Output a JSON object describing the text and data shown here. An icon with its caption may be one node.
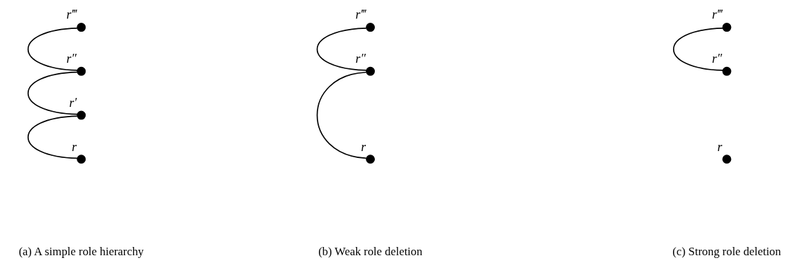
{
  "diagram": {
    "nodes": [
      {
        "text": [],
        "shape": "circle",
        "beside": [
          "r‴"
        ]
      },
      {
        "text": [],
        "shape": "circle",
        "beside": [
          "r″"
        ]
      },
      {
        "text": [],
        "shape": "circle",
        "beside": [
          "r′"
        ]
      },
      {
        "text": [],
        "shape": "circle",
        "beside": [
          "r"
        ]
      },
      {
        "text": [],
        "shape": "circle",
        "beside": [
          "r‴"
        ]
      },
      {
        "text": [],
        "shape": "circle",
        "beside": [
          "r″"
        ]
      },
      {
        "text": [],
        "shape": "circle",
        "beside": [
          "r"
        ]
      },
      {
        "text": [],
        "shape": "circle",
        "beside": [
          "r‴"
        ]
      },
      {
        "text": [],
        "shape": "circle",
        "beside": [
          "r″"
        ]
      },
      {
        "text": [],
        "shape": "circle",
        "beside": [
          "r"
        ]
      }
    ],
    "edges": [
      {
        "from": 0,
        "to": 1,
        "arrow": "none"
      },
      {
        "from": 1,
        "to": 2,
        "arrow": "none"
      },
      {
        "from": 2,
        "to": 3,
        "arrow": "none"
      },
      {
        "from": 4,
        "to": 5,
        "arrow": "none"
      },
      {
        "from": 5,
        "to": 6,
        "arrow": "none"
      },
      {
        "from": 7,
        "to": 8,
        "arrow": "none"
      }
    ],
    "labels": [
      "(a) A simple role hierarchy",
      "(b) Weak role deletion",
      "(c) Strong role deletion"
    ]
  }
}
